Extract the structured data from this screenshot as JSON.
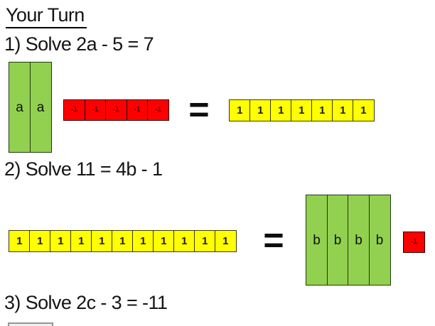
{
  "title": "Your Turn",
  "problems": [
    {
      "label": "1) Solve 2a - 5 = 7",
      "equals": "=",
      "variable_tiles": [
        "a",
        "a"
      ],
      "negative_tiles": [
        "-1",
        "-1",
        "-1",
        "-1",
        "-1"
      ],
      "unit_tiles": [
        "1",
        "1",
        "1",
        "1",
        "1",
        "1",
        "1"
      ]
    },
    {
      "label": "2) Solve 11 = 4b - 1",
      "equals": "=",
      "unit_tiles": [
        "1",
        "1",
        "1",
        "1",
        "1",
        "1",
        "1",
        "1",
        "1",
        "1",
        "1"
      ],
      "variable_tiles": [
        "b",
        "b",
        "b",
        "b"
      ],
      "negative_tiles": [
        "-1"
      ]
    },
    {
      "label": "3) Solve 2c - 3 = -11"
    }
  ],
  "colors": {
    "variable_tile_fill": "#92D050",
    "unit_tile_fill": "#FFFF00",
    "negative_tile_fill": "#FF0000",
    "text": "#141414"
  }
}
